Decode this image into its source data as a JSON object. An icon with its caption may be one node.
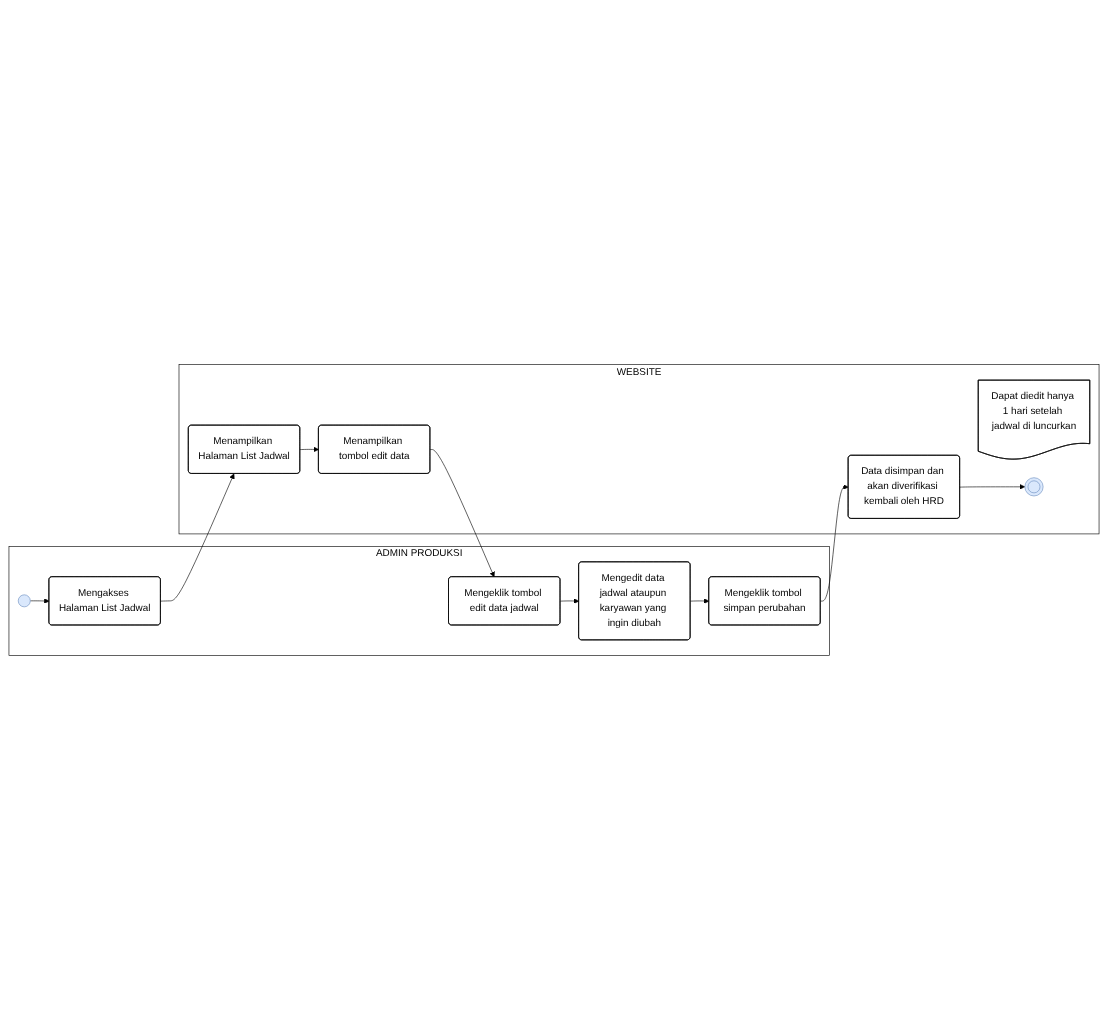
{
  "diagram": {
    "nodes": [
      {
        "text": [
          "ADMIN PRODUKSI"
        ]
      },
      {
        "text": [
          "WEBSITE"
        ]
      },
      {
        "text": [],
        "shape": "circle",
        "in": 0
      },
      {
        "text": [
          "Mengakses Halaman List Jadwal"
        ],
        "in": 0
      },
      {
        "text": [
          "Menampilkan Halaman List Jadwal"
        ],
        "in": 1
      },
      {
        "text": [
          "Mengeklik tombol edit data jadwal"
        ],
        "in": 0
      },
      {
        "text": [
          "Menampilkan tombol edit data"
        ],
        "in": 1
      },
      {
        "text": [
          "Dapat diedit hanya 1 hari setelah jadwal di luncurkan"
        ],
        "in": 1
      },
      {
        "text": [
          "Mengedit data jadwal ataupun karyawan yang ingin diubah"
        ],
        "in": 0
      },
      {
        "text": [
          "Mengeklik tombol simpan perubahan"
        ],
        "in": 0
      },
      {
        "text": [
          "Data disimpan dan akan diverifikasi kembali oleh HRD"
        ],
        "in": 1
      },
      {
        "text": [],
        "shape": "circle",
        "in": 1
      }
    ],
    "edges": [
      {
        "from": 2,
        "to": 3,
        "arrow": "to"
      },
      {
        "from": 3,
        "to": 4,
        "arrow": "to"
      },
      {
        "from": 4,
        "to": 6,
        "arrow": "to"
      },
      {
        "from": 6,
        "to": 5,
        "arrow": "to"
      },
      {
        "from": 5,
        "to": 8,
        "arrow": "to"
      },
      {
        "from": 8,
        "to": 9,
        "arrow": "to"
      },
      {
        "from": 9,
        "to": 10,
        "arrow": "to"
      },
      {
        "from": 10,
        "to": 11,
        "arrow": "to"
      }
    ]
  }
}
